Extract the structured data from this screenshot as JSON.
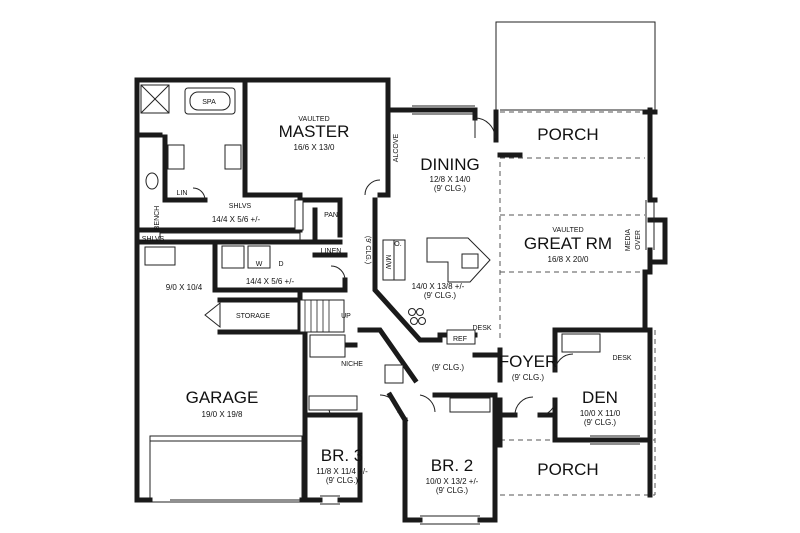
{
  "rooms": {
    "master": {
      "title": "MASTER",
      "prefix": "VAULTED",
      "dims": "16/6 X 13/0"
    },
    "dining": {
      "title": "DINING",
      "dims": "12/8 X 14/0",
      "ceiling": "(9' CLG.)"
    },
    "porch_top": {
      "title": "PORCH"
    },
    "great_rm": {
      "title": "GREAT RM",
      "prefix": "VAULTED",
      "dims": "16/8 X 20/0"
    },
    "media": {
      "line1": "MEDIA",
      "line2": "OVER"
    },
    "spa": {
      "title": "SPA"
    },
    "lin": {
      "title": "LIN"
    },
    "shlvs_closet": {
      "title": "SHLVS",
      "dims": "14/4 X 5/6 +/-"
    },
    "bench": {
      "title": "BENCH"
    },
    "shlvs_side": {
      "title": "SHLVS"
    },
    "pan": {
      "title": "PAN"
    },
    "linen": {
      "title": "LINEN"
    },
    "alcove": {
      "title": "ALCOVE"
    },
    "clg_vert": {
      "title": "(9' CLG.)"
    },
    "mw": {
      "title": "M/W"
    },
    "oven": {
      "title": "O."
    },
    "kitchen": {
      "dims": "14/0 X 13/8 +/-",
      "ceiling": "(9' CLG.)"
    },
    "desk_kitchen": {
      "title": "DESK"
    },
    "ref": {
      "title": "REF"
    },
    "laundry": {
      "w": "W",
      "d": "D",
      "dims": "14/4 X 5/6 +/-"
    },
    "garage_top": {
      "dims": "9/0 X 10/4"
    },
    "storage": {
      "title": "STORAGE"
    },
    "up": {
      "title": "UP"
    },
    "garage": {
      "title": "GARAGE",
      "dims": "19/0 X 19/8"
    },
    "niche": {
      "title": "NICHE"
    },
    "hall": {
      "ceiling": "(9' CLG.)"
    },
    "foyer": {
      "title": "FOYER",
      "ceiling": "(9' CLG.)"
    },
    "desk_den": {
      "title": "DESK"
    },
    "den": {
      "title": "DEN",
      "dims": "10/0 X 11/0",
      "ceiling": "(9' CLG.)"
    },
    "br3": {
      "title": "BR. 3",
      "dims": "11/8 X 11/4 +/-",
      "ceiling": "(9' CLG.)"
    },
    "br2": {
      "title": "BR. 2",
      "dims": "10/0 X 13/2 +/-",
      "ceiling": "(9' CLG.)"
    },
    "porch_bottom": {
      "title": "PORCH"
    }
  }
}
